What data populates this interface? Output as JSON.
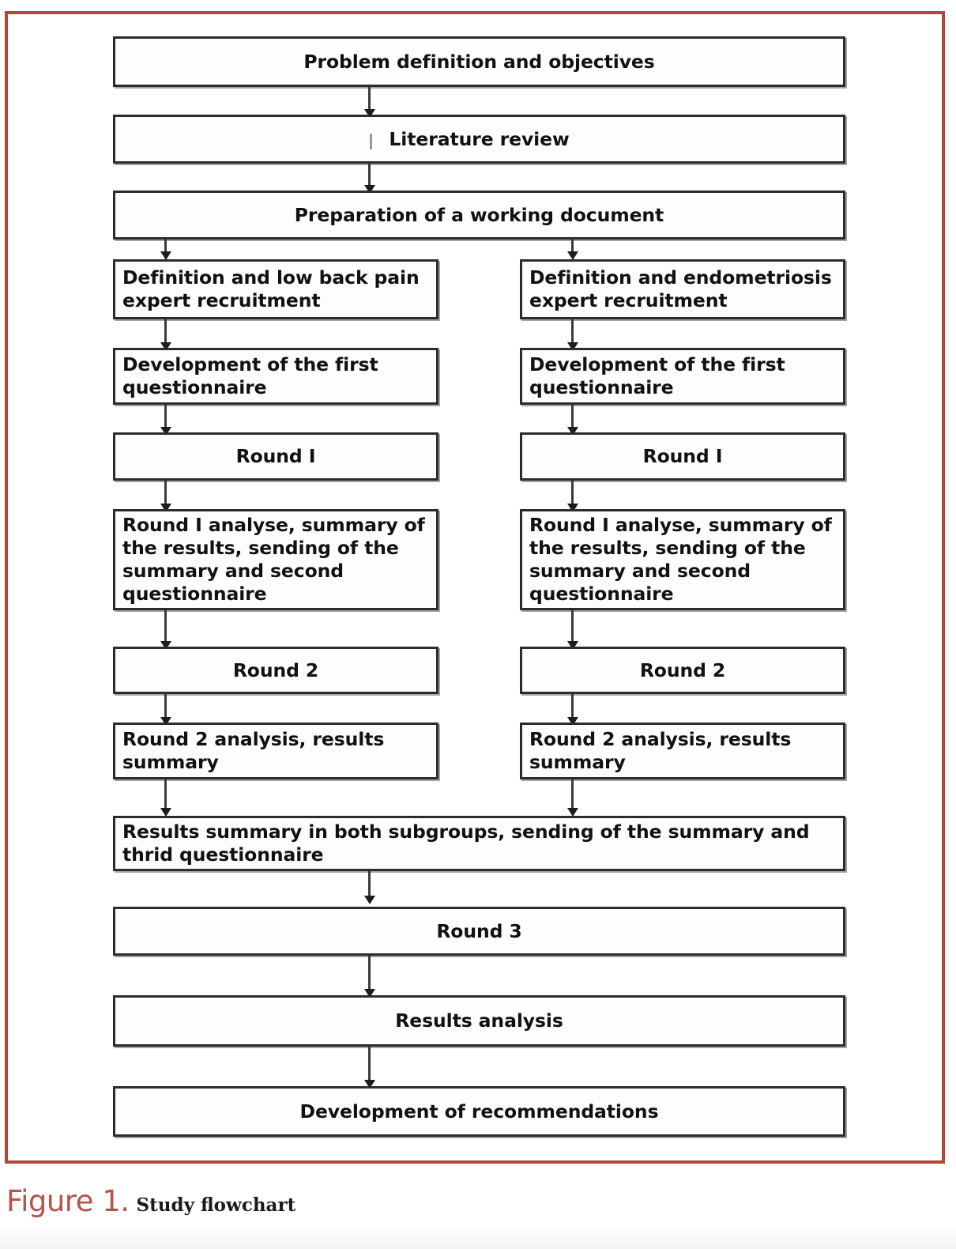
{
  "figure": {
    "caption_label": "Figure 1.",
    "caption_title": "Study flowchart",
    "frame_color": "#b0463c",
    "label_color": "#b4544b",
    "box_border_color": "#2c2c2c",
    "box_fill_color": "#fdfdfb",
    "arrow_color": "#3a3a3a"
  },
  "flowchart": {
    "type": "flowchart",
    "orientation": "top-to-bottom",
    "shared_top": [
      {
        "id": "problem-definition",
        "label": "Problem definition and objectives",
        "align": "center"
      },
      {
        "id": "literature-review",
        "label": "Literature review",
        "align": "center"
      },
      {
        "id": "working-document",
        "label": "Preparation of a working document",
        "align": "center"
      }
    ],
    "branches": {
      "left": {
        "name": "low-back-pain",
        "steps": [
          {
            "id": "lbp-recruitment",
            "label": "Definition and low back pain expert recruitment",
            "align": "left"
          },
          {
            "id": "lbp-first-questionnaire",
            "label": "Development of the first questionnaire",
            "align": "left"
          },
          {
            "id": "lbp-round-1",
            "label": "Round I",
            "align": "center"
          },
          {
            "id": "lbp-round-1-analyse",
            "label": "Round I analyse, summary of the results, sending of the summary and second questionnaire",
            "align": "left"
          },
          {
            "id": "lbp-round-2",
            "label": "Round 2",
            "align": "center"
          },
          {
            "id": "lbp-round-2-analysis",
            "label": "Round 2 analysis, results summary",
            "align": "left"
          }
        ]
      },
      "right": {
        "name": "endometriosis",
        "steps": [
          {
            "id": "endo-recruitment",
            "label": "Definition and endometriosis expert recruitment",
            "align": "left"
          },
          {
            "id": "endo-first-questionnaire",
            "label": "Development of the first questionnaire",
            "align": "left"
          },
          {
            "id": "endo-round-1",
            "label": "Round I",
            "align": "center"
          },
          {
            "id": "endo-round-1-analyse",
            "label": "Round I analyse, summary of the results, sending of the summary and second questionnaire",
            "align": "left"
          },
          {
            "id": "endo-round-2",
            "label": "Round 2",
            "align": "center"
          },
          {
            "id": "endo-round-2-analysis",
            "label": "Round 2 analysis, results summary",
            "align": "left"
          }
        ]
      }
    },
    "shared_bottom": [
      {
        "id": "results-summary-both",
        "label": "Results summary in both subgroups, sending of the summary and thrid questionnaire",
        "align": "left"
      },
      {
        "id": "round-3",
        "label": "Round 3",
        "align": "center"
      },
      {
        "id": "results-analysis",
        "label": "Results analysis",
        "align": "center"
      },
      {
        "id": "development-recommendations",
        "label": "Development of recommendations",
        "align": "center"
      }
    ]
  }
}
